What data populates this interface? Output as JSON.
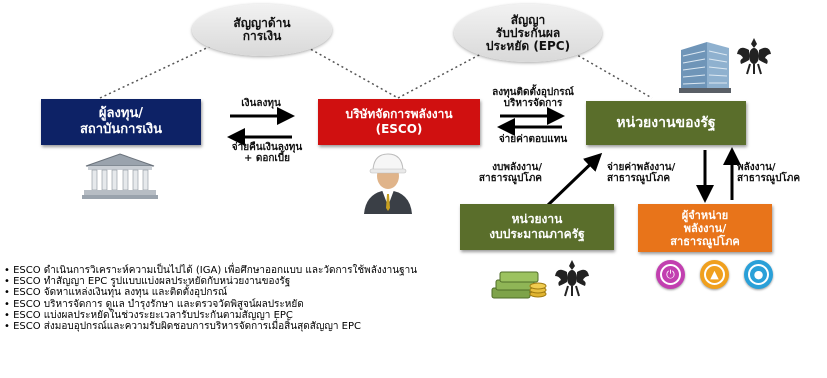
{
  "ellipses": {
    "finance": "สัญญาด้าน\nการเงิน",
    "epc": "สัญญา\nรับประกันผล\nประหยัด (EPC)"
  },
  "boxes": {
    "investor": "ผู้ลงทุน/\nสถาบันการเงิน",
    "esco": "บริษัทจัดการพลังงาน\n(ESCO)",
    "government": "หน่วยงานของรัฐ",
    "budget": "หน่วยงาน\nงบประมาณภาครัฐ",
    "utility": "ผู้จำหน่าย\nพลังงาน/\nสาธารณูปโภค"
  },
  "labels": {
    "loan": "เงินลงทุน",
    "repay": "จ่ายคืนเงินลงทุน\n+ ดอกเบี้ย",
    "install": "ลงทุนติดตั้งอุปกรณ์\nบริหารจัดการ",
    "pay_return": "จ่ายค่าตอบแทน",
    "budget_flow": "งบพลังงาน/\nสาธารณูปโภค",
    "pay_energy": "จ่ายค่าพลังงาน/\nสาธารณูปโภค",
    "energy": "พลังงาน/\nสาธารณูปโภค"
  },
  "bullets": [
    "• ESCO ดำเนินการวิเคราะห์ความเป็นไปได้ (IGA) เพื่อศึกษาออกแบบ และวัดการใช้พลังงานฐาน",
    "• ESCO ทำสัญญา EPC รูปแบบแบ่งผลประหยัดกับหน่วยงานของรัฐ",
    "• ESCO จัดหาแหล่งเงินทุน ลงทุน และติดตั้งอุปกรณ์",
    "• ESCO บริหารจัดการ ดูแล บำรุงรักษา และตรวจวัดพิสูจน์ผลประหยัด",
    "• ESCO แบ่งผลประหยัดในช่วงระยะเวลารับประกันตามสัญญา EPC",
    "• ESCO ส่งมอบอุปกรณ์และความรับผิดชอบการบริหารจัดการเมื่อสิ้นสุดสัญญา EPC"
  ],
  "colors": {
    "navy": "#0d2266",
    "red": "#d01010",
    "olive": "#5a6e2b",
    "orange": "#e8741a",
    "util_pink": "#c23fb0",
    "util_orange": "#f0a01e",
    "util_blue": "#2aa0d8"
  },
  "icons": [
    "bank-building-icon",
    "engineer-hardhat-icon",
    "office-building-icon",
    "garuda-emblem-icon",
    "money-stack-icon",
    "plug-icon",
    "flame-icon",
    "water-drop-icon"
  ]
}
